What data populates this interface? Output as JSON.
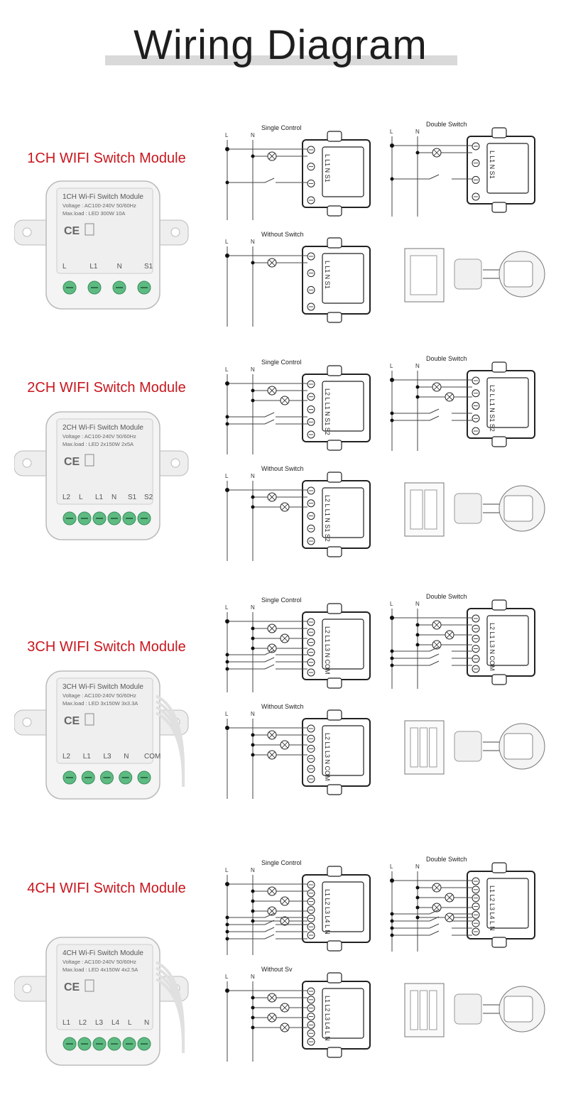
{
  "title": "Wiring Diagram",
  "sections": [
    {
      "title": "1CH WIFI Switch Module",
      "module": {
        "name": "1CH Wi-Fi Switch Module",
        "voltage": "Voltage : AC100-240V 50/60Hz",
        "maxload": "Max.load : LED 300W  10A",
        "terminals": [
          "L",
          "L1",
          "N",
          "S1"
        ]
      },
      "diagrams": {
        "single": "Single Control",
        "double": "Double Switch",
        "without": "Without Switch"
      },
      "block_label": "L L1 N S1"
    },
    {
      "title": "2CH WIFI Switch Module",
      "module": {
        "name": "2CH Wi-Fi Switch Module",
        "voltage": "Voltage : AC100-240V 50/60Hz",
        "maxload": "Max.load : LED 2x150W  2x5A",
        "terminals": [
          "L2",
          "L",
          "L1",
          "N",
          "S1",
          "S2"
        ]
      },
      "diagrams": {
        "single": "Single Control",
        "double": "Double Switch",
        "without": "Without Switch"
      },
      "block_label": "L2 L L1 N S1 S2"
    },
    {
      "title": "3CH WIFI Switch Module",
      "module": {
        "name": "3CH Wi-Fi Switch Module",
        "voltage": "Voltage : AC100-240V 50/60Hz",
        "maxload": "Max.load : LED 3x150W  3x3.3A",
        "terminals": [
          "L2",
          "L1",
          "L3",
          "N",
          "COM"
        ]
      },
      "diagrams": {
        "single": "Single Control",
        "double": "Double Switch",
        "without": "Without Switch"
      },
      "block_label": "L2 L1 L3 N COM"
    },
    {
      "title": "4CH WIFI Switch Module",
      "module": {
        "name": "4CH Wi-Fi Switch Module",
        "voltage": "Voltage : AC100-240V 50/60Hz",
        "maxload": "Max.load : LED 4x150W  4x2.5A",
        "terminals": [
          "L1",
          "L2",
          "L3",
          "L4",
          "L",
          "N"
        ]
      },
      "diagrams": {
        "single": "Single Control",
        "double": "Double Switch",
        "without": "Without Sv"
      },
      "block_label": "L1 L2 L3 L4 L N"
    }
  ],
  "wire_labels": {
    "live": "L",
    "neutral": "N"
  },
  "colors": {
    "accent_red": "#c8161d",
    "terminal_green": "#5dbb82"
  }
}
